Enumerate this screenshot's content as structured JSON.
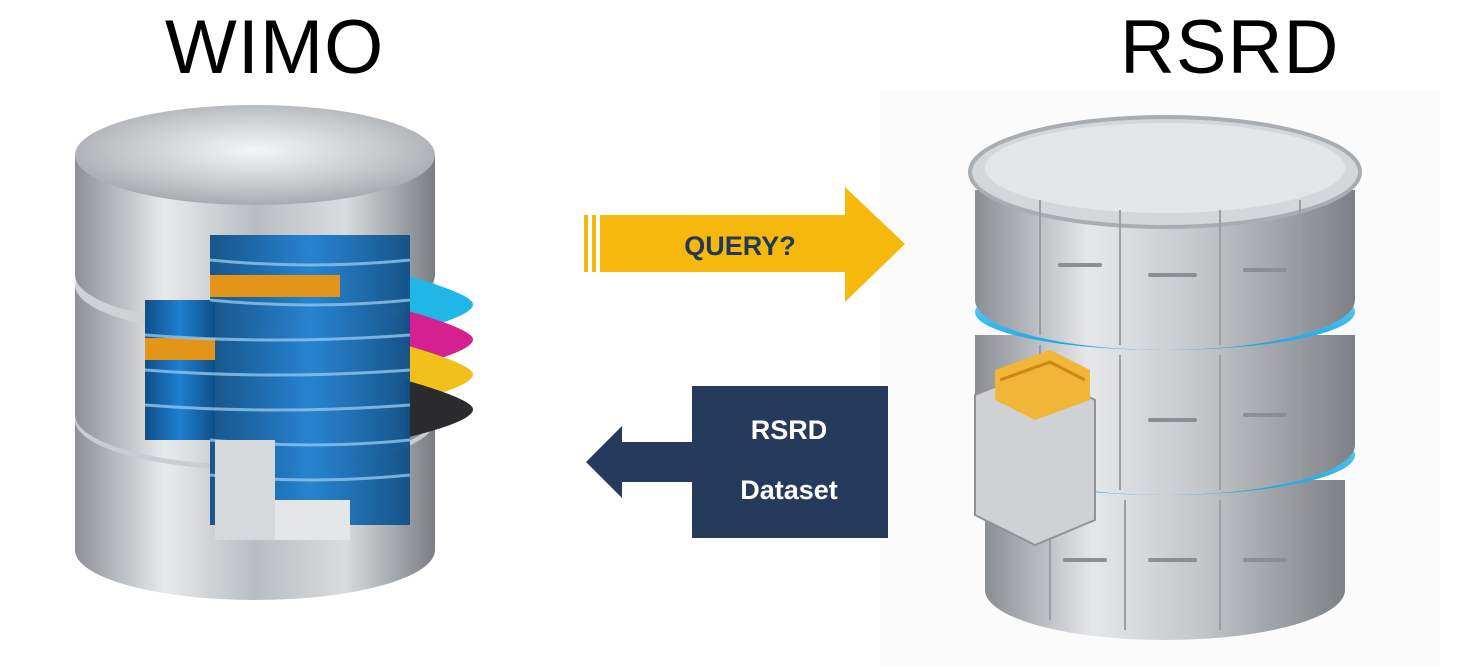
{
  "left_db": {
    "title": "WIMO",
    "icon": "database-icon"
  },
  "right_db": {
    "title": "RSRD",
    "icon": "file-cabinet-database-icon"
  },
  "query_arrow": {
    "label": "QUERY?",
    "color": "#F6B80C",
    "text_color": "#22385B",
    "direction": "right"
  },
  "dataset_arrow": {
    "line1": "RSRD",
    "line2": "Dataset",
    "color": "#263B5C",
    "text_color": "#FFFFFF",
    "direction": "left"
  }
}
